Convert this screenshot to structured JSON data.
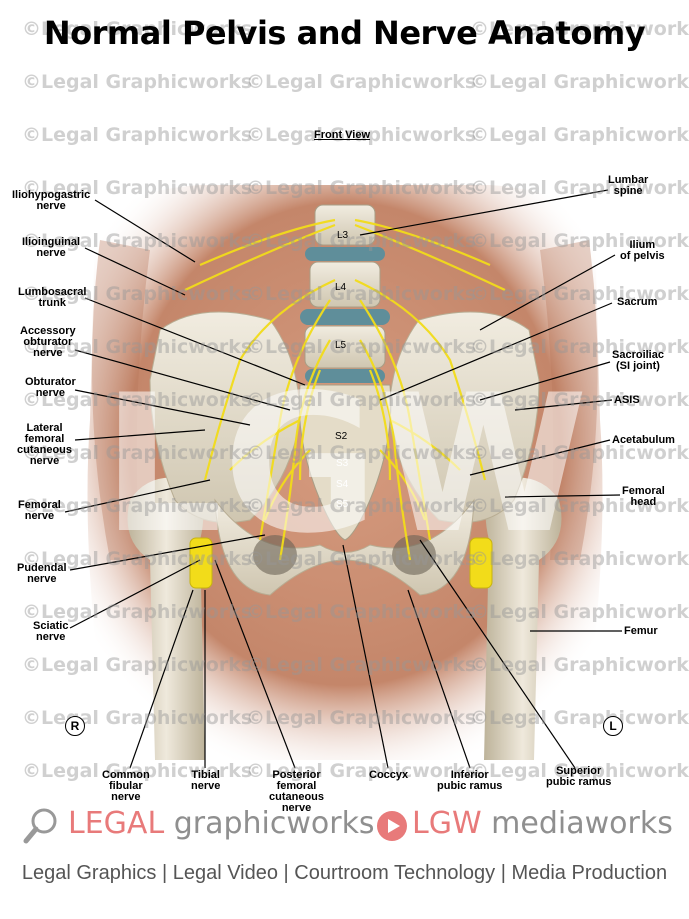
{
  "title": "Normal Pelvis and Nerve Anatomy",
  "subtitle": "Front View",
  "watermark": "©Legal Graphicworks",
  "vertebra_labels": [
    "L3",
    "L4",
    "L5",
    "S2",
    "S3",
    "S4",
    "S5"
  ],
  "side_markers": {
    "right": "R",
    "left": "L"
  },
  "labels_left": [
    "Iliohypogastric\nnerve",
    "Ilioinguinal\nnerve",
    "Lumbosacral\ntrunk",
    "Accessory\nobturator\nnerve",
    "Obturator\nnerve",
    "Lateral\nfemoral\ncutaneous\nnerve",
    "Femoral\nnerve",
    "Pudendal\nnerve",
    "Sciatic\nnerve"
  ],
  "labels_right": [
    "Lumbar\nspine",
    "Ilium\nof pelvis",
    "Sacrum",
    "Sacroiliac\n(SI joint)",
    "ASIS",
    "Acetabulum",
    "Femoral\nhead",
    "Femur"
  ],
  "labels_bottom": [
    "Common\nfibular\nnerve",
    "Tibial\nnerve",
    "Posterior\nfemoral\ncutaneous\nnerve",
    "Coccyx",
    "Inferior\npubic ramus",
    "Superior\npubic ramus"
  ],
  "footer": {
    "logo1_brand": "LEGAL",
    "logo1_rest": " graphicworks",
    "logo2_brand": "LGW",
    "logo2_rest": " mediaworks",
    "tagline": "Legal Graphics | Legal Video | Courtroom Technology | Media Production"
  },
  "colors": {
    "nerve": "#f2dc1a",
    "bone": "#e8e2d2",
    "skin": "#c98a6e",
    "disc": "#5f8e9a",
    "brand_red": "#e87a7a"
  }
}
